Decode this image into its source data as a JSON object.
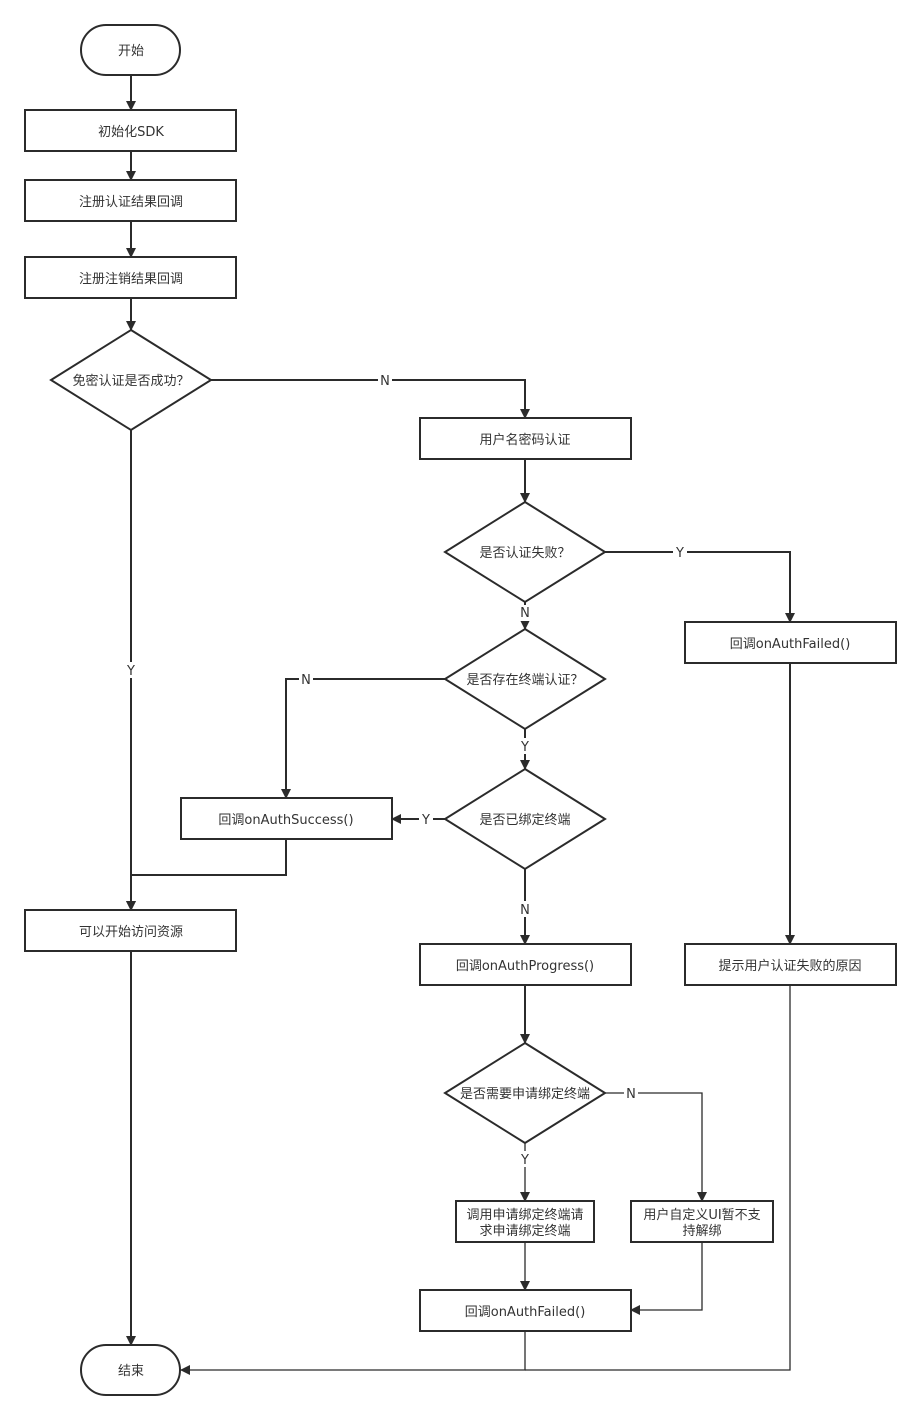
{
  "nodes": {
    "start": "开始",
    "init_sdk": "初始化SDK",
    "register_auth_callback": "注册认证结果回调",
    "register_logout_callback": "注册注销结果回调",
    "passwordless_success": "免密认证是否成功？",
    "username_password_auth": "用户名密码认证",
    "auth_failed_q": "是否认证失败？",
    "callback_auth_failed_top": "回调onAuthFailed()",
    "terminal_auth_exists": "是否存在终端认证？",
    "already_bound": "是否已绑定终端",
    "callback_auth_success": "回调onAuthSuccess()",
    "access_resources": "可以开始访问资源",
    "callback_auth_progress": "回调onAuthProgress()",
    "show_failure_reason": "提示用户认证失败的原因",
    "need_bind_request": "是否需要申请绑定终端",
    "call_bind_request": [
      "调用申请绑定终端请",
      "求申请绑定终端"
    ],
    "custom_ui_unbind": [
      "用户自定义UI暂不支",
      "持解绑"
    ],
    "callback_auth_failed_bottom": "回调onAuthFailed()",
    "end": "结束"
  },
  "edge_labels": {
    "passwordless_no": "N",
    "passwordless_yes": "Y",
    "auth_failed_yes": "Y",
    "auth_failed_no": "N",
    "terminal_no": "N",
    "terminal_yes": "Y",
    "bound_yes": "Y",
    "bound_no": "N",
    "bind_need_no": "N",
    "bind_need_yes": "Y"
  }
}
